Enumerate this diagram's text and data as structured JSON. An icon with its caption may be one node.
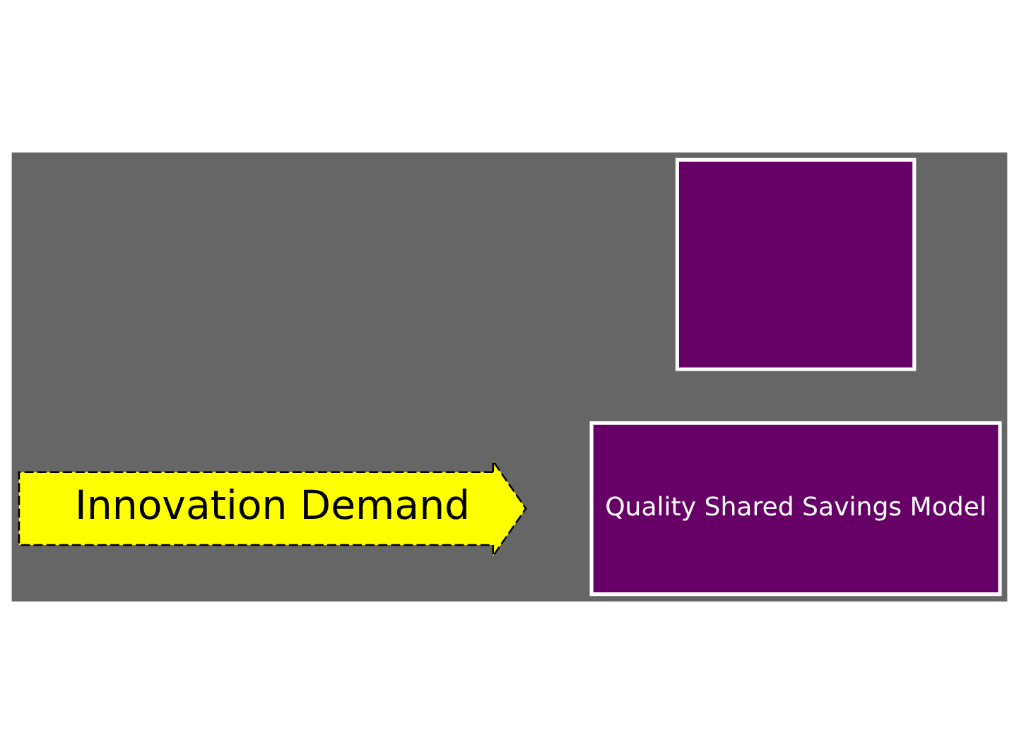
{
  "diagram": {
    "nodes": [
      {
        "text": [
          "Quality Shared Savings Model"
        ]
      },
      {
        "text": [],
        "shape": "box"
      }
    ],
    "labels": [
      "Innovation Demand"
    ]
  }
}
